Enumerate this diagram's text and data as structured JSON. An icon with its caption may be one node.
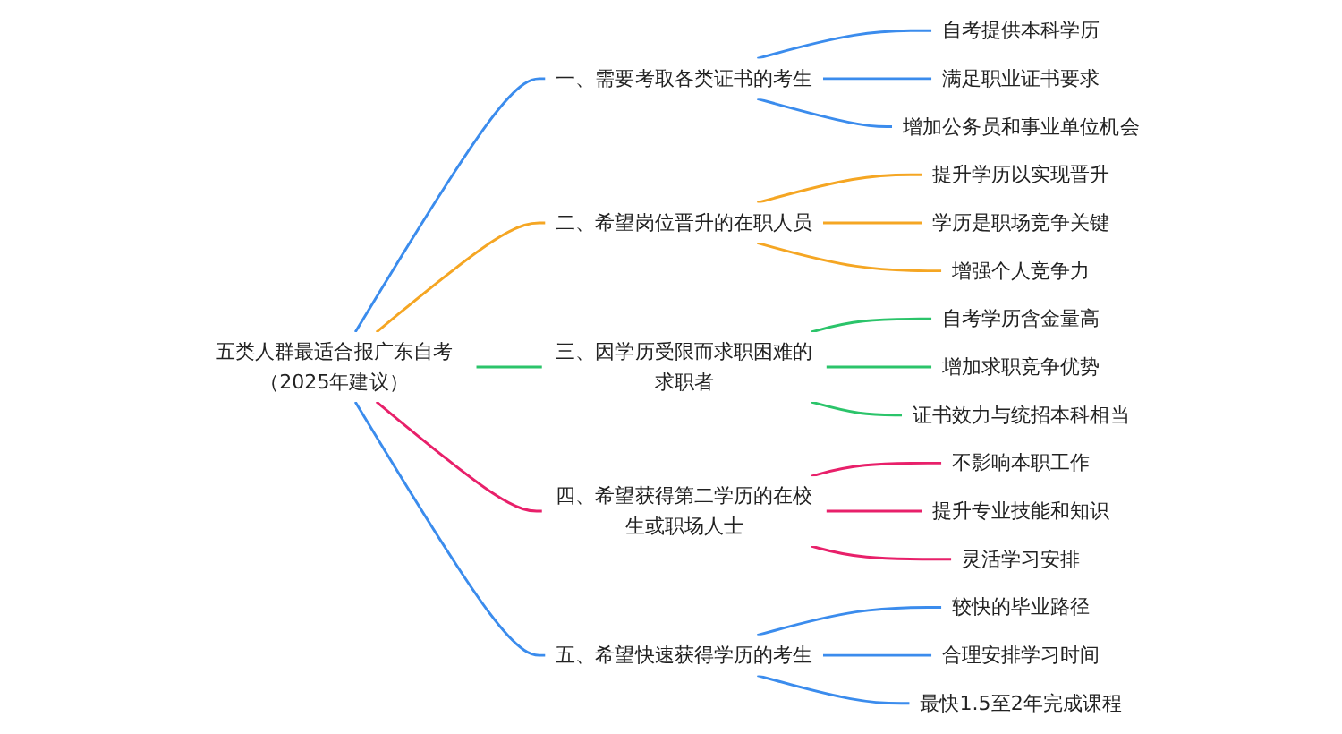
{
  "diagram": {
    "nodes": [
      {
        "text": [
          "五类人群最适合报广东自考（2025年建议）"
        ]
      },
      {
        "text": [
          "一、需要考取各类证书的考生"
        ]
      },
      {
        "text": [
          "自考提供本科学历"
        ]
      },
      {
        "text": [
          "满足职业证书要求"
        ]
      },
      {
        "text": [
          "增加公务员和事业单位机会"
        ]
      },
      {
        "text": [
          "二、希望岗位晋升的在职人员"
        ]
      },
      {
        "text": [
          "提升学历以实现晋升"
        ]
      },
      {
        "text": [
          "学历是职场竞争关键"
        ]
      },
      {
        "text": [
          "增强个人竞争力"
        ]
      },
      {
        "text": [
          "三、因学历受限而求职困难的求职者"
        ]
      },
      {
        "text": [
          "自考学历含金量高"
        ]
      },
      {
        "text": [
          "增加求职竞争优势"
        ]
      },
      {
        "text": [
          "证书效力与统招本科相当"
        ]
      },
      {
        "text": [
          "四、希望获得第二学历的在校生或职场人士"
        ]
      },
      {
        "text": [
          "不影响本职工作"
        ]
      },
      {
        "text": [
          "提升专业技能和知识"
        ]
      },
      {
        "text": [
          "灵活学习安排"
        ]
      },
      {
        "text": [
          "五、希望快速获得学历的考生"
        ]
      },
      {
        "text": [
          "较快的毕业路径"
        ]
      },
      {
        "text": [
          "合理安排学习时间"
        ]
      },
      {
        "text": [
          "最快1.5至2年完成课程"
        ]
      }
    ],
    "edges": [
      {
        "from": 0,
        "to": 1,
        "arrow": "none"
      },
      {
        "from": 1,
        "to": 2,
        "arrow": "none"
      },
      {
        "from": 1,
        "to": 3,
        "arrow": "none"
      },
      {
        "from": 1,
        "to": 4,
        "arrow": "none"
      },
      {
        "from": 0,
        "to": 5,
        "arrow": "none",
        "color": "#f5a623"
      },
      {
        "from": 5,
        "to": 6,
        "arrow": "none",
        "color": "#f5a623"
      },
      {
        "from": 5,
        "to": 7,
        "arrow": "none",
        "color": "#f5a623"
      },
      {
        "from": 5,
        "to": 8,
        "arrow": "none",
        "color": "#f5a623"
      },
      {
        "from": 0,
        "to": 9,
        "arrow": "none",
        "color": "#2bc46a"
      },
      {
        "from": 9,
        "to": 10,
        "arrow": "none",
        "color": "#2bc46a"
      },
      {
        "from": 9,
        "to": 11,
        "arrow": "none",
        "color": "#2bc46a"
      },
      {
        "from": 9,
        "to": 12,
        "arrow": "none",
        "color": "#2bc46a"
      },
      {
        "from": 0,
        "to": 13,
        "arrow": "none",
        "color": "#e8206a"
      },
      {
        "from": 13,
        "to": 14,
        "arrow": "none",
        "color": "#e8206a"
      },
      {
        "from": 13,
        "to": 15,
        "arrow": "none",
        "color": "#e8206a"
      },
      {
        "from": 13,
        "to": 16,
        "arrow": "none",
        "color": "#e8206a"
      },
      {
        "from": 0,
        "to": 17,
        "arrow": "none"
      },
      {
        "from": 17,
        "to": 18,
        "arrow": "none"
      },
      {
        "from": 17,
        "to": 19,
        "arrow": "none"
      },
      {
        "from": 17,
        "to": 20,
        "arrow": "none"
      }
    ]
  }
}
